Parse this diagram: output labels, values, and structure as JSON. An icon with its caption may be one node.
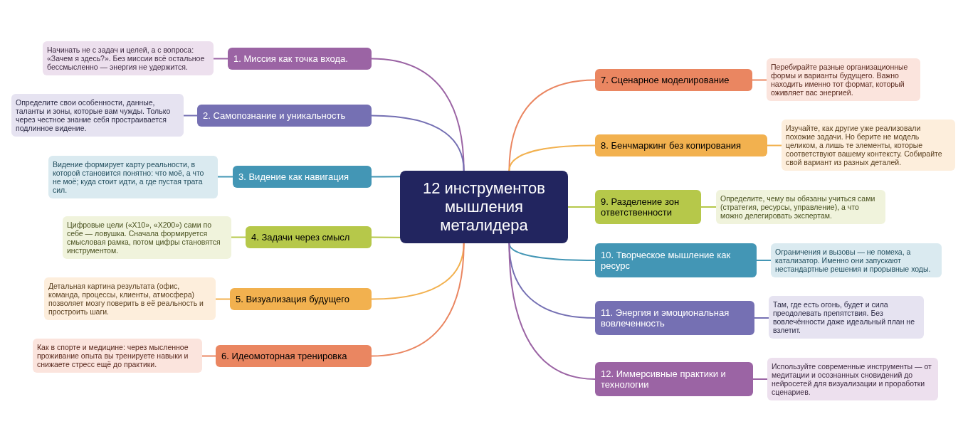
{
  "diagram": {
    "nodes": [
      {
        "text": [
          "12 инструментов мышления металидера"
        ]
      },
      {
        "text": [
          "1. Миссия как точка входа."
        ]
      },
      {
        "text": [
          "Начинать не с задач и целей, а с вопроса: «Зачем я здесь?». Без миссии всё остальное бессмысленно — энергия не удержится."
        ]
      },
      {
        "text": [
          "2. Самопознание и уникальность"
        ]
      },
      {
        "text": [
          "Определите свои особенности, данные, таланты и зоны, которые вам чужды. Только через честное знание себя простраивается подлинное видение."
        ]
      },
      {
        "text": [
          "3. Видение как навигация"
        ]
      },
      {
        "text": [
          "Видение формирует карту реальности, в которой становится понятно: что моё, а что не моё; куда стоит идти, а где пустая трата сил."
        ]
      },
      {
        "text": [
          "4. Задачи через смысл"
        ]
      },
      {
        "text": [
          "Цифровые цели («X10», «X200») сами по себе — ловушка. Сначала формируется смысловая рамка, потом цифры становятся инструментом."
        ]
      },
      {
        "text": [
          "5. Визуализация будущего"
        ]
      },
      {
        "text": [
          "Детальная картина результата (офис, команда, процессы, клиенты, атмосфера) позволяет мозгу поверить в её реальность и простроить шаги."
        ]
      },
      {
        "text": [
          "6. Идеомоторная тренировка"
        ]
      },
      {
        "text": [
          "Как в спорте и медицине: через мысленное проживание опыта вы тренируете навыки и снижаете стресс ещё до практики."
        ]
      },
      {
        "text": [
          "7. Сценарное моделирование"
        ]
      },
      {
        "text": [
          "Перебирайте разные организационные формы и варианты будущего. Важно находить именно тот формат, который оживляет вас энергией."
        ]
      },
      {
        "text": [
          "8. Бенчмаркинг без копирования"
        ]
      },
      {
        "text": [
          "Изучайте, как другие уже реализовали похожие задачи. Но берите не модель целиком, а лишь те элементы, которые соответствуют вашему контексту. Собирайте свой вариант из разных деталей."
        ]
      },
      {
        "text": [
          "9. Разделение зон ответственности"
        ]
      },
      {
        "text": [
          "Определите, чему вы обязаны учиться сами (стратегия, ресурсы, управление), а что можно делегировать экспертам."
        ]
      },
      {
        "text": [
          "10. Творческое мышление как ресурс"
        ]
      },
      {
        "text": [
          "Ограничения и вызовы — не помеха, а катализатор. Именно они запускают нестандартные решения и прорывные ходы."
        ]
      },
      {
        "text": [
          "11. Энергия и эмоциональная вовлеченность"
        ]
      },
      {
        "text": [
          "Там, где есть огонь, будет и сила преодолевать препятствия. Без вовлечённости даже идеальный план не взлетит."
        ]
      },
      {
        "text": [
          "12. Иммерсивные практики и технологии"
        ]
      },
      {
        "text": [
          "Используйте современные инструменты — от медитации и осознанных сновидений до нейросетей для визуализации и проработки сценариев."
        ]
      }
    ],
    "edges": [
      {
        "from": 0,
        "to": 1,
        "arrow": "none",
        "color": "#9b64a4"
      },
      {
        "from": 1,
        "to": 2,
        "arrow": "none",
        "color": "#9b64a4"
      },
      {
        "from": 0,
        "to": 3,
        "arrow": "none",
        "color": "#7570b3"
      },
      {
        "from": 3,
        "to": 4,
        "arrow": "none",
        "color": "#7570b3"
      },
      {
        "from": 0,
        "to": 5,
        "arrow": "none",
        "color": "#4396b5"
      },
      {
        "from": 5,
        "to": 6,
        "arrow": "none",
        "color": "#4396b5"
      },
      {
        "from": 0,
        "to": 7,
        "arrow": "none",
        "color": "#b6c84a"
      },
      {
        "from": 7,
        "to": 8,
        "arrow": "none",
        "color": "#b6c84a"
      },
      {
        "from": 0,
        "to": 9,
        "arrow": "none",
        "color": "#f2b14f"
      },
      {
        "from": 9,
        "to": 10,
        "arrow": "none",
        "color": "#f2b14f"
      },
      {
        "from": 0,
        "to": 11,
        "arrow": "none",
        "color": "#ea8661"
      },
      {
        "from": 11,
        "to": 12,
        "arrow": "none",
        "color": "#ea8661"
      },
      {
        "from": 0,
        "to": 13,
        "arrow": "none",
        "color": "#ea8661"
      },
      {
        "from": 13,
        "to": 14,
        "arrow": "none",
        "color": "#ea8661"
      },
      {
        "from": 0,
        "to": 15,
        "arrow": "none",
        "color": "#f2b14f"
      },
      {
        "from": 15,
        "to": 16,
        "arrow": "none",
        "color": "#f2b14f"
      },
      {
        "from": 0,
        "to": 17,
        "arrow": "none",
        "color": "#b6c84a"
      },
      {
        "from": 17,
        "to": 18,
        "arrow": "none",
        "color": "#b6c84a"
      },
      {
        "from": 0,
        "to": 19,
        "arrow": "none",
        "color": "#4396b5"
      },
      {
        "from": 19,
        "to": 20,
        "arrow": "none",
        "color": "#4396b5"
      },
      {
        "from": 0,
        "to": 21,
        "arrow": "none",
        "color": "#7570b3"
      },
      {
        "from": 21,
        "to": 22,
        "arrow": "none",
        "color": "#7570b3"
      },
      {
        "from": 0,
        "to": 23,
        "arrow": "none",
        "color": "#9b64a4"
      },
      {
        "from": 23,
        "to": 24,
        "arrow": "none",
        "color": "#9b64a4"
      }
    ]
  }
}
